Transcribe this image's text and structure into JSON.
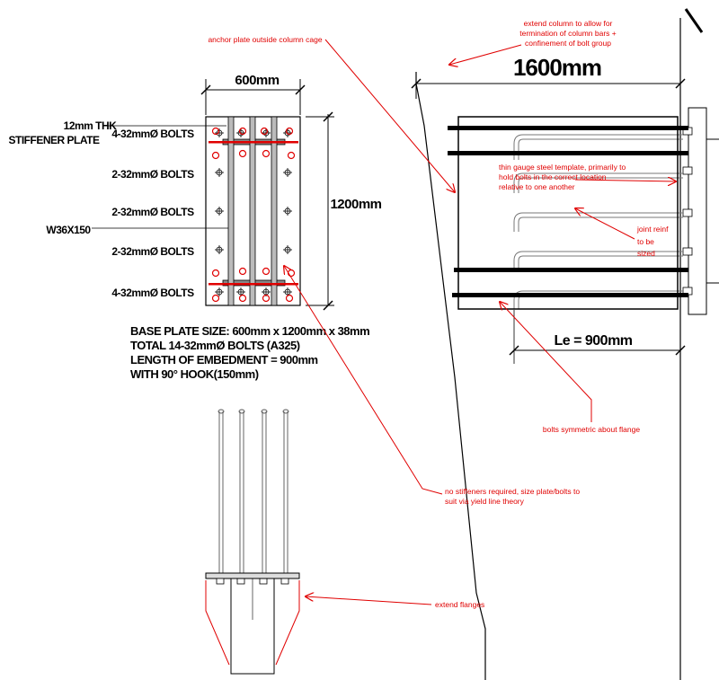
{
  "plan": {
    "width_dim": "600mm",
    "height_dim": "1200mm",
    "stiffener_label_line1": "12mm THK",
    "stiffener_label_line2": "STIFFENER PLATE",
    "section_label": "W36X150",
    "bolt_rows": [
      "4-32mmØ BOLTS",
      "2-32mmØ BOLTS",
      "2-32mmØ BOLTS",
      "2-32mmØ BOLTS",
      "4-32mmØ BOLTS"
    ]
  },
  "spec": {
    "line1": "BASE PLATE SIZE: 600mm x 1200mm x 38mm",
    "line2": "TOTAL 14-32mmØ BOLTS (A325)",
    "line3": "LENGTH OF EMBEDMENT = 900mm",
    "line4": "WITH 90° HOOK(150mm)"
  },
  "elevation": {
    "width_dim": "1600mm",
    "embed_dim": "Le = 900mm"
  },
  "notes": {
    "anchor_plate": "anchor plate outside column cage",
    "extend_column_1": "extend column to allow for",
    "extend_column_2": "termination of column bars +",
    "extend_column_3": "confinement of bolt group",
    "template_1": "thin gauge steel template, primarily to",
    "template_2": "hold bolts in the correct location",
    "template_3": "relative to one another",
    "joint_reinf_1": "joint reinf",
    "joint_reinf_2": "to be",
    "joint_reinf_3": "sized",
    "bolts_symmetric": "bolts symmetric about flange",
    "no_stiffeners_1": "no stiffeners required, size plate/bolts to",
    "no_stiffeners_2": "suit via yield line theory",
    "extend_flanges": "extend flanges"
  },
  "colors": {
    "markup": "#e00000",
    "ink": "#000000"
  }
}
